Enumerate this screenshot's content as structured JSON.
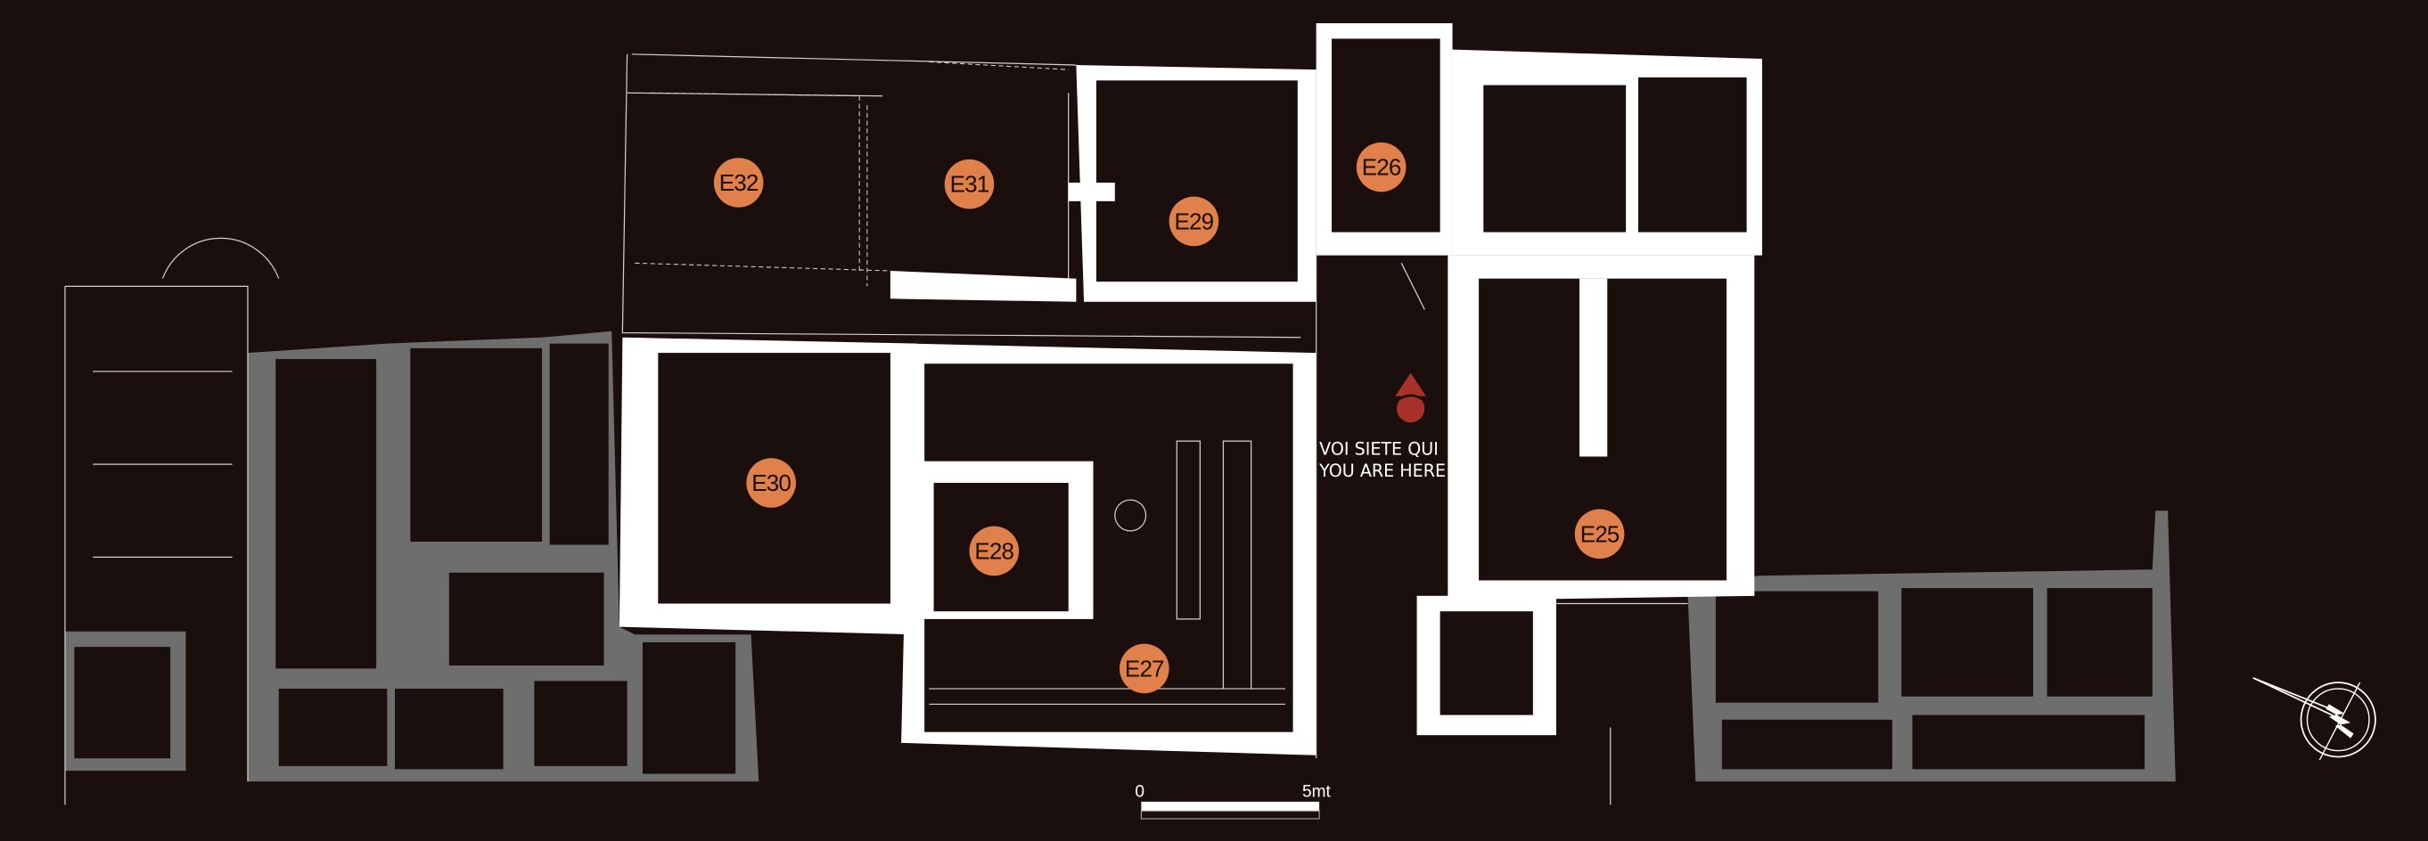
{
  "map": {
    "rooms": [
      {
        "id": "E32",
        "label": "E32"
      },
      {
        "id": "E31",
        "label": "E31"
      },
      {
        "id": "E29",
        "label": "E29"
      },
      {
        "id": "E26",
        "label": "E26"
      },
      {
        "id": "E30",
        "label": "E30"
      },
      {
        "id": "E28",
        "label": "E28"
      },
      {
        "id": "E27",
        "label": "E27"
      },
      {
        "id": "E25",
        "label": "E25"
      }
    ],
    "you_are_here": {
      "line1": "VOI SIETE QUI",
      "line2": "YOU ARE HERE"
    },
    "scale_bar": {
      "start": "0",
      "end": "5mt"
    },
    "compass_icon": "north-arrow-compass"
  },
  "colors": {
    "background": "#1a0f0c",
    "highlight": "#ffffff",
    "context": "#6e6e6e",
    "room_badge": "#e0804a",
    "marker": "#a8312a"
  }
}
